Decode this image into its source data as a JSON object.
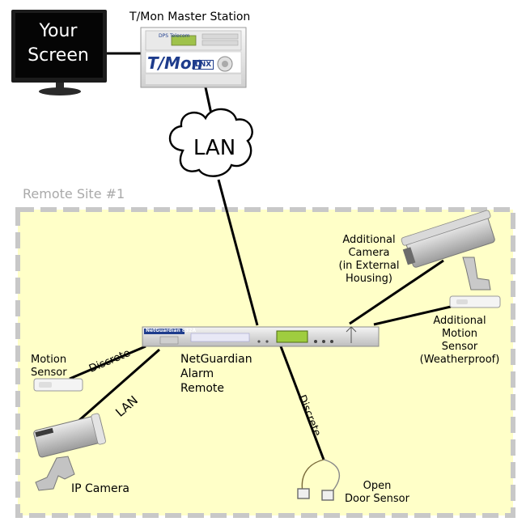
{
  "master_station": {
    "title": "T/Mon Master Station",
    "brand_logo": "T/Mon",
    "brand_suffix": "LNX",
    "vendor": "DPS Telecom"
  },
  "monitor": {
    "line1": "Your",
    "line2": "Screen"
  },
  "cloud": {
    "label": "LAN"
  },
  "site": {
    "title": "Remote Site #1"
  },
  "netguardian": {
    "badge": "NetGuardian 832A",
    "label_line1": "NetGuardian",
    "label_line2": "Alarm",
    "label_line3": "Remote"
  },
  "additional_camera": {
    "line1": "Additional",
    "line2": "Camera",
    "line3": "(in External",
    "line4": "Housing)"
  },
  "additional_motion": {
    "line1": "Additional",
    "line2": "Motion",
    "line3": "Sensor",
    "line4": "(Weatherproof)"
  },
  "motion_sensor": {
    "line1": "Motion",
    "line2": "Sensor"
  },
  "ip_camera": {
    "label": "IP Camera"
  },
  "door_sensor": {
    "line1": "Open",
    "line2": "Door Sensor"
  },
  "links": {
    "discrete_left": "Discrete",
    "lan_left": "LAN",
    "discrete_door": "Discrete"
  },
  "colors": {
    "site_fill": "#ffffc8",
    "site_border": "#c8c8c8",
    "line": "#000000",
    "badge_blue": "#1e3c8c"
  }
}
